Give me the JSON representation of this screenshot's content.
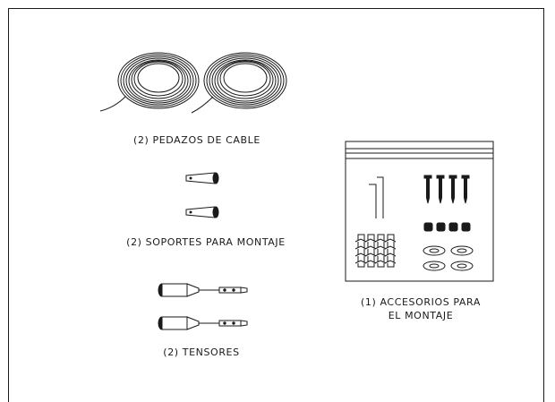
{
  "labels": {
    "cables": "(2) PEDAZOS DE CABLE",
    "supports": "(2) SOPORTES PARA MONTAJE",
    "tensioners": "(2) TENSORES",
    "accessories_line1": "(1) ACCESORIOS PARA",
    "accessories_line2": "EL MONTAJE"
  },
  "items": [
    {
      "name": "cable-coil",
      "count": 2
    },
    {
      "name": "mounting-support",
      "count": 2
    },
    {
      "name": "tensioner",
      "count": 2
    },
    {
      "name": "accessory-bag",
      "count": 1
    }
  ]
}
